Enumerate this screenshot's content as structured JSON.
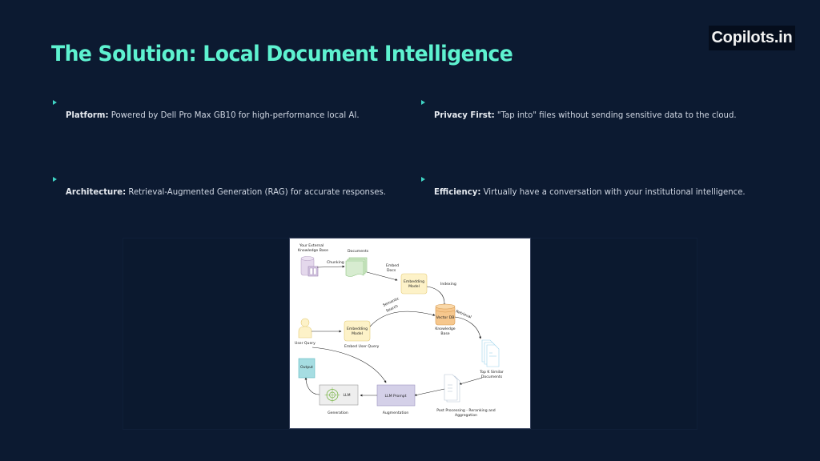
{
  "slide": {
    "title": "The Solution: Local Document Intelligence",
    "logo_text": "Copilots.in",
    "colors": {
      "background": "#0c1a31",
      "title": "#5ef2d0",
      "bullet_marker": "#3fd4c4"
    }
  },
  "bullets": [
    {
      "icon": "triangle-bullet-icon",
      "label": "Platform:",
      "text": " Powered by Dell Pro Max GB10 for high-performance local AI."
    },
    {
      "icon": "triangle-bullet-icon",
      "label": "Privacy First:",
      "text": " \"Tap into\" files without sending sensitive data to the cloud."
    },
    {
      "icon": "triangle-bullet-icon",
      "label": "Architecture:",
      "text": " Retrieval-Augmented Generation (RAG) for accurate responses."
    },
    {
      "icon": "triangle-bullet-icon",
      "label": "Efficiency:",
      "text": " Virtually have a conversation with your institutional intelligence."
    }
  ],
  "diagram": {
    "knowledge_base_label_1": "Your External",
    "knowledge_base_label_2": "Knowledge Base",
    "documents": "Documents",
    "chunking": "Chunking",
    "embed_docs_1": "Embed",
    "embed_docs_2": "Docs",
    "embedding_model_1": "Embedding",
    "embedding_model_2": "Model",
    "indexing": "Indexing",
    "vector_db": "Vector DB",
    "knowledge_base_1": "Knowledge",
    "knowledge_base_2": "Base",
    "retrieval": "Retrieval",
    "semantic_search_1": "Semantic",
    "semantic_search_2": "Search",
    "user_query": "User Query",
    "embed_user_query": "Embed User Query",
    "top_k_1": "Top K Similar",
    "top_k_2": "Documents",
    "output": "Output",
    "llm": "LLM",
    "llm_prompt": "LLM Prompt",
    "generation": "Generation",
    "augmentation": "Augmentation",
    "post_processing_1": "Post Processing - Reranking and",
    "post_processing_2": "Aggregation"
  }
}
